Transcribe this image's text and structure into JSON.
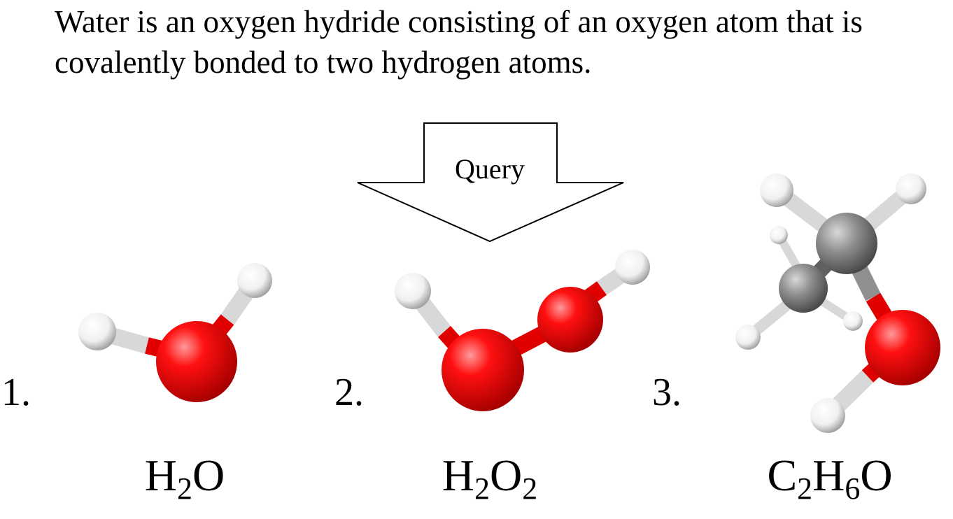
{
  "caption": "Water is an oxygen hydride consisting of an oxygen atom that is covalently bonded to two hydrogen atoms.",
  "query_label": "Query",
  "candidates": [
    {
      "number": "1.",
      "formula": {
        "p1": "H",
        "s1": "2",
        "p2": "O",
        "s2": "",
        "p3": "",
        "s3": "",
        "p4": ""
      }
    },
    {
      "number": "2.",
      "formula": {
        "p1": "H",
        "s1": "2",
        "p2": "O",
        "s2": "2",
        "p3": "",
        "s3": "",
        "p4": ""
      }
    },
    {
      "number": "3.",
      "formula": {
        "p1": "C",
        "s1": "2",
        "p2": "H",
        "s2": "6",
        "p3": "O",
        "s3": "",
        "p4": ""
      }
    }
  ],
  "colors": {
    "oxygen": "#ff0000",
    "hydrogen": "#ffffff",
    "carbon": "#909090",
    "outline": "#000000"
  }
}
